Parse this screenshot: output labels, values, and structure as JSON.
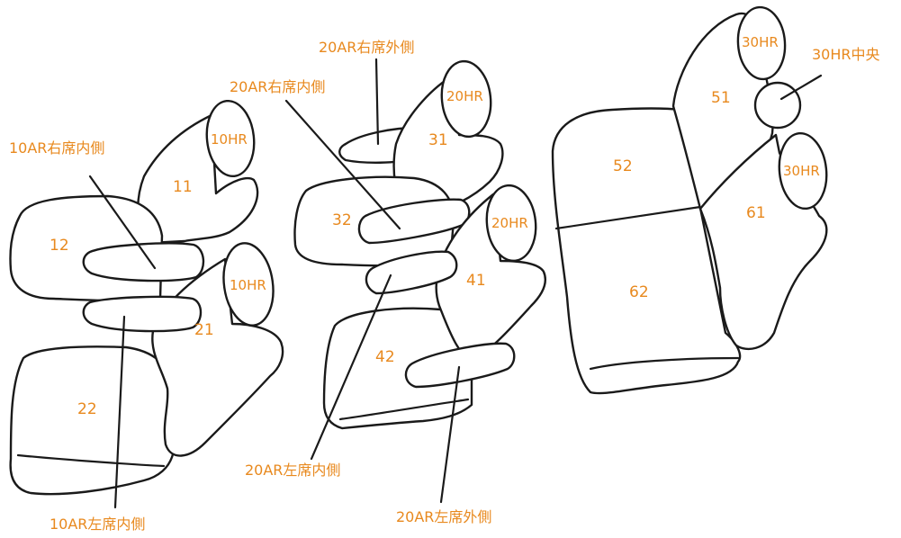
{
  "colors": {
    "label": "#e8891e",
    "outline": "#1a1a1a",
    "background": "#ffffff"
  },
  "parts": {
    "p11": "11",
    "p12": "12",
    "p21": "21",
    "p22": "22",
    "p31": "31",
    "p32": "32",
    "p41": "41",
    "p42": "42",
    "p51": "51",
    "p52": "52",
    "p61": "61",
    "p62": "62"
  },
  "headrests": {
    "row1_right": "10HR",
    "row1_left": "10HR",
    "row2_right": "20HR",
    "row2_left": "20HR",
    "row3_right": "30HR",
    "row3_center": "30HR中央",
    "row3_left": "30HR"
  },
  "callouts": {
    "ar10_right_inner": "10AR右席内側",
    "ar10_left_inner": "10AR左席内側",
    "ar20_right_outer": "20AR右席外側",
    "ar20_right_inner": "20AR右席内側",
    "ar20_left_inner": "20AR左席内側",
    "ar20_left_outer": "20AR左席外側"
  }
}
